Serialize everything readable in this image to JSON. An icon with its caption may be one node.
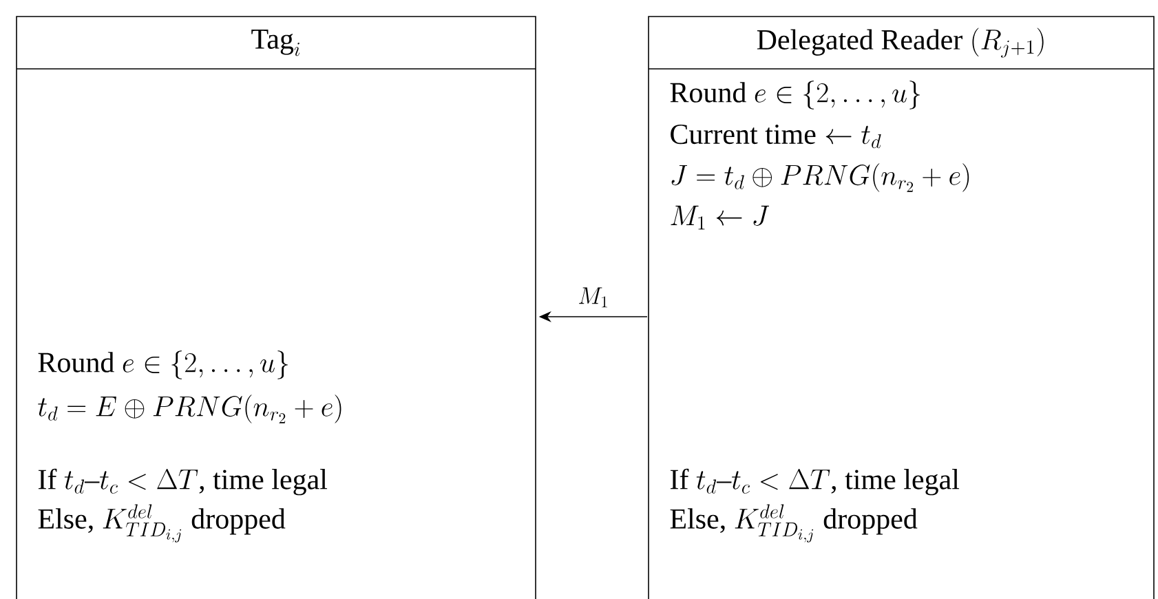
{
  "diagram": {
    "nodes": [
      {
        "text": [
          "\\text{Tag}_i",
          "\\text{Round } e \\in \\{2, \\ldots, u\\}",
          "t_d = E \\oplus PRNG(n_{r_2} + e)",
          "\\text{If } t_d\\text{--}t_c < \\Delta T\\text{, time legal}",
          "\\text{Else, } K^{del}_{TID_{i,j}} \\text{ dropped}"
        ]
      },
      {
        "text": [
          "\\text{Delegated Reader } (R_{j+1})",
          "\\text{Round } e \\in \\{2, \\ldots, u\\}",
          "\\text{Current time} \\leftarrow t_d",
          "J = t_d \\oplus PRNG(n_{r_2} + e)",
          "M_1 \\leftarrow J",
          "\\text{If } t_d\\text{--}t_c < \\Delta T\\text{, time legal}",
          "\\text{Else, } K^{del}_{TID_{i,j}} \\text{ dropped}"
        ]
      }
    ],
    "edges": [
      {
        "from": 1,
        "to": 0,
        "arrow": "to",
        "label": "M_1"
      }
    ]
  }
}
